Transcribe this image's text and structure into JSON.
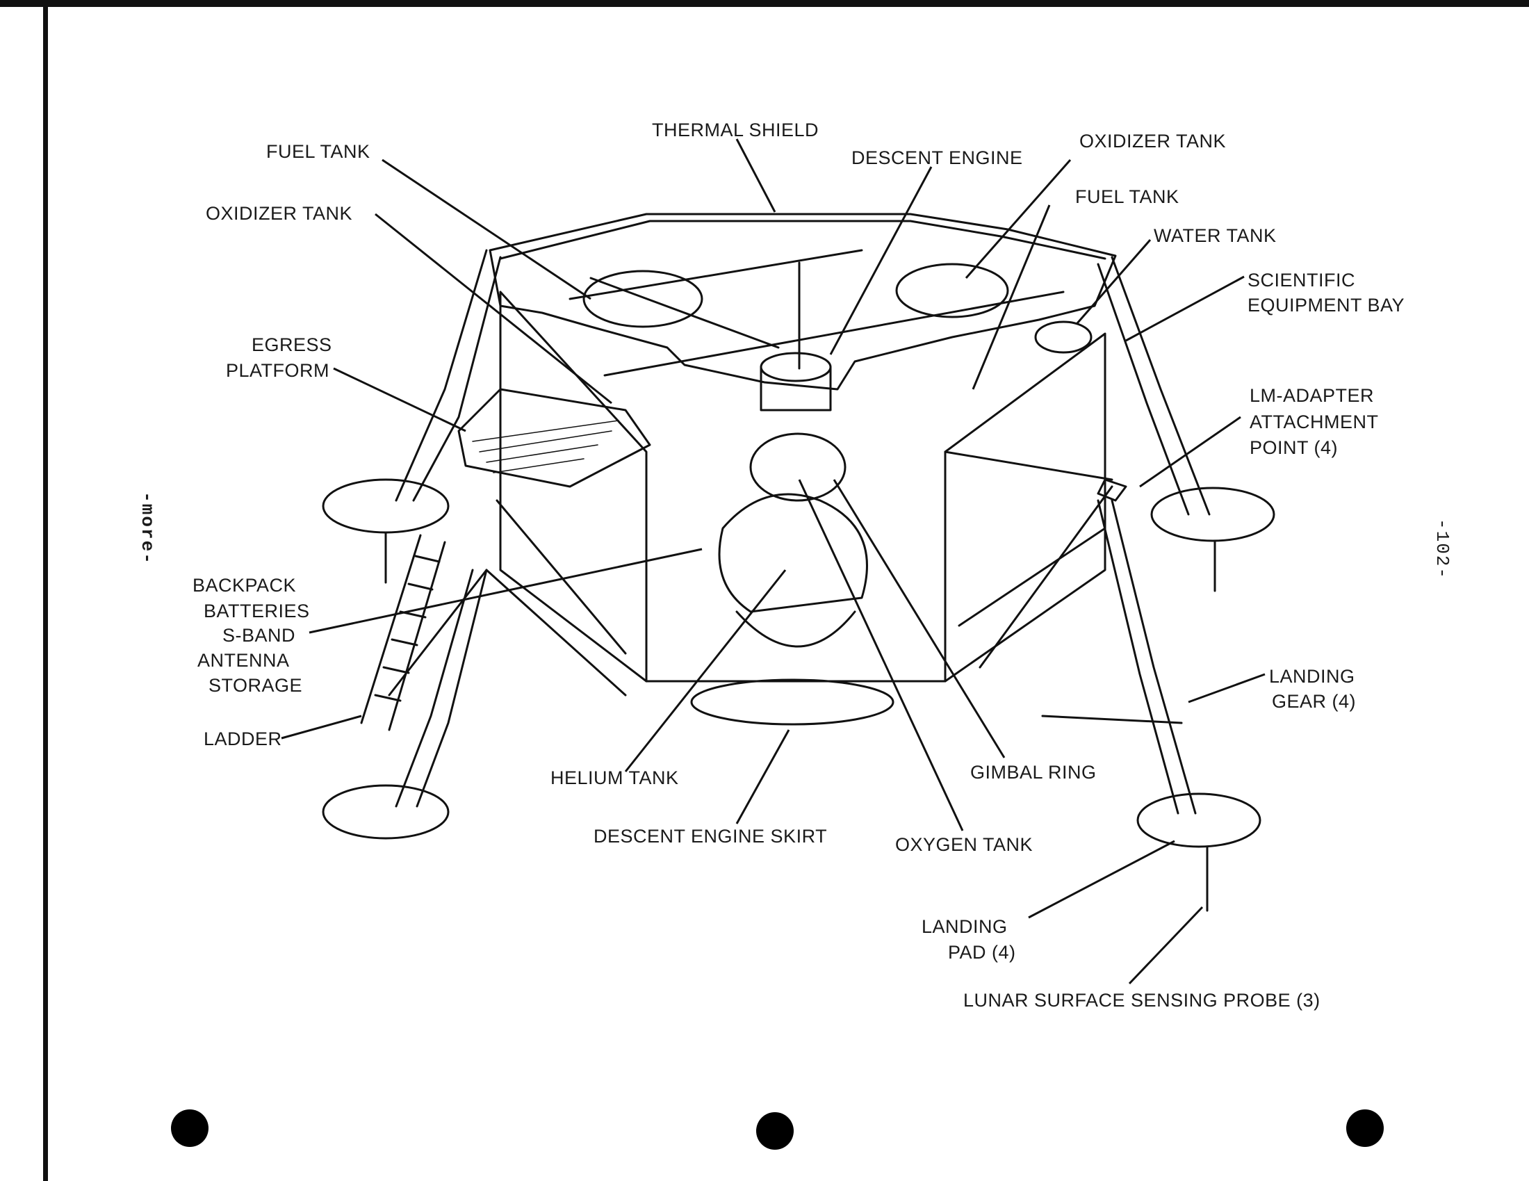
{
  "diagram": {
    "labels": {
      "thermal_shield": "THERMAL SHIELD",
      "fuel_tank_left": "FUEL TANK",
      "descent_engine": "DESCENT ENGINE",
      "oxidizer_tank_right": "OXIDIZER TANK",
      "fuel_tank_right": "FUEL TANK",
      "oxidizer_tank_left": "OXIDIZER TANK",
      "water_tank": "WATER TANK",
      "sci_bay_1": "SCIENTIFIC",
      "sci_bay_2": "EQUIPMENT BAY",
      "egress_1": "EGRESS",
      "egress_2": "PLATFORM",
      "lm_adapter_1": "LM-ADAPTER",
      "lm_adapter_2": "ATTACHMENT",
      "lm_adapter_3": "POINT (4)",
      "backpack_1": "BACKPACK",
      "backpack_2": "BATTERIES",
      "backpack_3": "S-BAND",
      "backpack_4": "ANTENNA",
      "backpack_5": "STORAGE",
      "landing_gear_1": "LANDING",
      "landing_gear_2": "GEAR (4)",
      "ladder": "LADDER",
      "helium_tank": "HELIUM TANK",
      "gimbal_ring": "GIMBAL RING",
      "descent_engine_skirt": "DESCENT ENGINE SKIRT",
      "oxygen_tank": "OXYGEN TANK",
      "landing_pad_1": "LANDING",
      "landing_pad_2": "PAD (4)",
      "probe": "LUNAR SURFACE SENSING PROBE (3)"
    },
    "margin_left": "-more-",
    "page_number": "-102-"
  }
}
